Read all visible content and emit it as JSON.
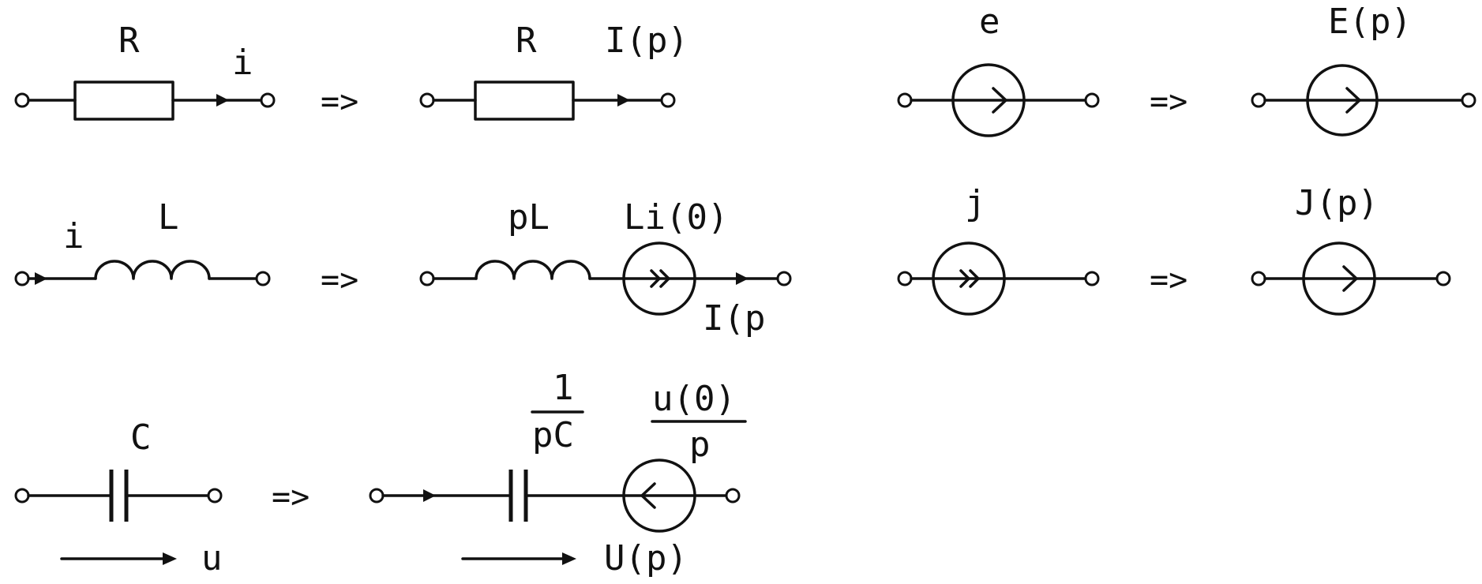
{
  "arrow": "=>",
  "resistor": {
    "left_label": "R",
    "left_current": "i",
    "right_label": "R",
    "right_current": "I(p)"
  },
  "inductor": {
    "left_current": "i",
    "left_label": "L",
    "right_label": "pL",
    "source_label": "Li(0)",
    "right_current": "I(p"
  },
  "capacitor": {
    "left_label": "C",
    "left_voltage": "u",
    "right_frac_num": "1",
    "right_frac_den": "pC",
    "source_frac_num": "u(0)",
    "source_frac_den": "p",
    "right_voltage": "U(p)"
  },
  "emf_source": {
    "left_label": "e",
    "right_label": "E(p)"
  },
  "current_source": {
    "left_label": "j",
    "right_label": "J(p)"
  }
}
